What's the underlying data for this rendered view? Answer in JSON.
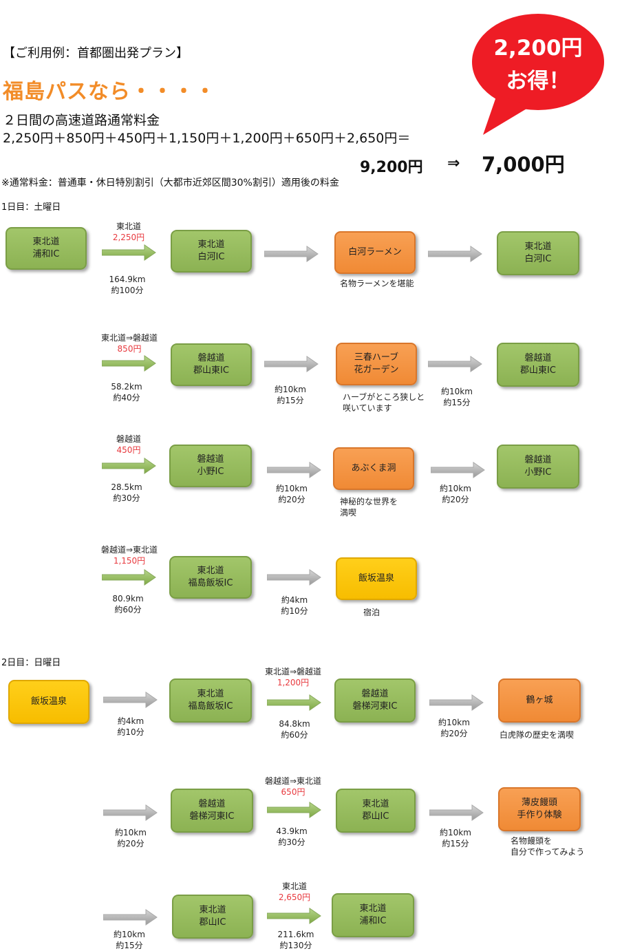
{
  "header": {
    "example": "【ご利用例：首都圏出発プラン】",
    "headline": "福島パスなら・・・・",
    "subtitle": "２日間の高速道路通常料金",
    "formula": "2,250円＋850円＋450円＋1,150円＋1,200円＋650円＋2,650円＝",
    "normal_total": "9,200円",
    "arrow": "⇒",
    "pass_price": "7,000円",
    "note": "※通常料金：普通車・休日特別割引（大都市近郊区間30%割引）適用後の料金"
  },
  "badge": {
    "line1": "2,200円",
    "line2": "お得！",
    "color": "#ee1c25"
  },
  "colors": {
    "green": "#97bc5e",
    "orange": "#f39342",
    "yellow": "#fcc500",
    "fee": "#e8383d"
  },
  "day1": {
    "label": "1日目：土曜日",
    "boxes": [
      "東北道\n浦和IC",
      "東北道\n白河IC",
      "白河ラーメン",
      "東北道\n白河IC",
      "磐越道\n郡山東IC",
      "三春ハーブ\n花ガーデン",
      "磐越道\n郡山東IC",
      "磐越道\n小野IC",
      "あぶくま洞",
      "磐越道\n小野IC",
      "東北道\n福島飯坂IC",
      "飯坂温泉"
    ],
    "routes": [
      {
        "road": "東北道",
        "fee": "2,250円",
        "dist": "164.9km\n約100分"
      },
      {
        "road": "東北道⇒磐越道",
        "fee": "850円",
        "dist": "58.2km\n約40分"
      },
      {
        "road": "磐越道",
        "fee": "450円",
        "dist": "28.5km\n約30分"
      },
      {
        "road": "磐越道⇒東北道",
        "fee": "1,150円",
        "dist": "80.9km\n約60分"
      }
    ],
    "local": [
      "約10km\n約15分",
      "約10km\n約15分",
      "約10km\n約20分",
      "約10km\n約20分",
      "約4km\n約10分"
    ],
    "captions": [
      "名物ラーメンを堪能",
      "ハーブがところ狭しと\n咲いています",
      "神秘的な世界を\n満喫",
      "宿泊"
    ]
  },
  "day2": {
    "label": "2日目：日曜日",
    "boxes": [
      "飯坂温泉",
      "東北道\n福島飯坂IC",
      "磐越道\n磐梯河東IC",
      "鶴ヶ城",
      "磐越道\n磐梯河東IC",
      "東北道\n郡山IC",
      "薄皮饅頭\n手作り体験",
      "東北道\n郡山IC",
      "東北道\n浦和IC"
    ],
    "routes": [
      {
        "road": "東北道⇒磐越道",
        "fee": "1,200円",
        "dist": "84.8km\n約60分"
      },
      {
        "road": "磐越道⇒東北道",
        "fee": "650円",
        "dist": "43.9km\n約30分"
      },
      {
        "road": "東北道",
        "fee": "2,650円",
        "dist": "211.6km\n約130分"
      }
    ],
    "local": [
      "約4km\n約10分",
      "約10km\n約20分",
      "約10km\n約20分",
      "約10km\n約15分",
      "約10km\n約15分"
    ],
    "captions": [
      "白虎隊の歴史を満喫",
      "名物饅頭を\n自分で作ってみよう"
    ]
  }
}
